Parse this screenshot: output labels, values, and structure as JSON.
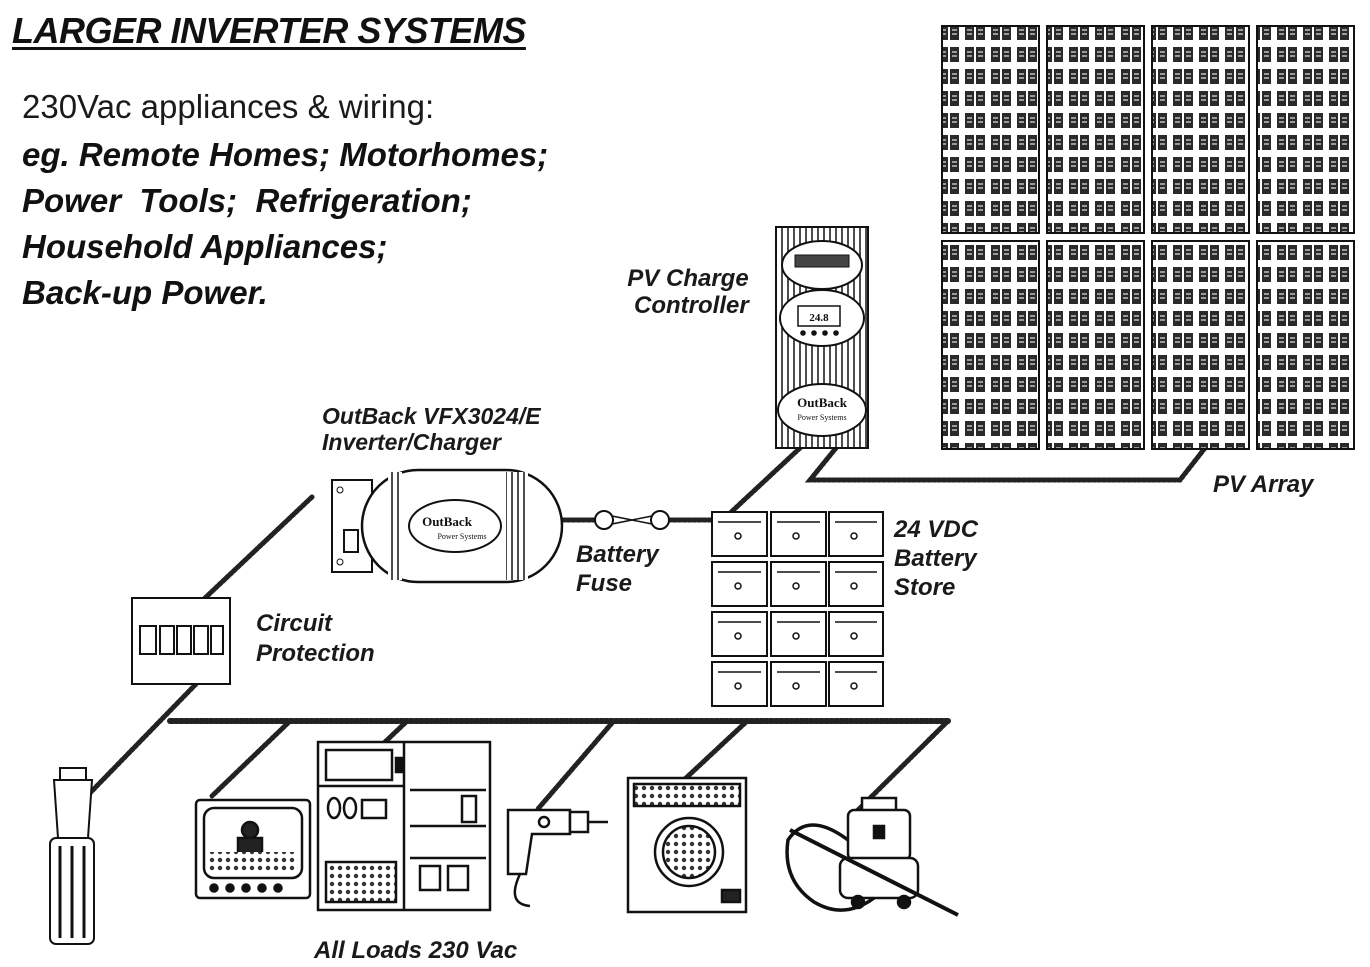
{
  "title": "LARGER INVERTER SYSTEMS",
  "intro": "230Vac appliances & wiring:",
  "uses": [
    "eg. Remote Homes; Motorhomes;",
    "Power  Tools;  Refrigeration;",
    "Household Appliances;",
    "Back-up Power."
  ],
  "labels": {
    "charge_controller": [
      "PV Charge",
      "Controller"
    ],
    "inverter": [
      "OutBack VFX3024/E",
      "Inverter/Charger"
    ],
    "pv_array": "PV Array",
    "battery_fuse": [
      "Battery",
      "Fuse"
    ],
    "battery_store": [
      "24 VDC",
      "Battery",
      "Store"
    ],
    "circuit_protection": [
      "Circuit",
      "Protection"
    ],
    "loads": "All Loads 230 Vac"
  },
  "device_text": {
    "outback_brand": "OutBack",
    "outback_sub": "Power Systems",
    "controller_display": "24.8"
  }
}
